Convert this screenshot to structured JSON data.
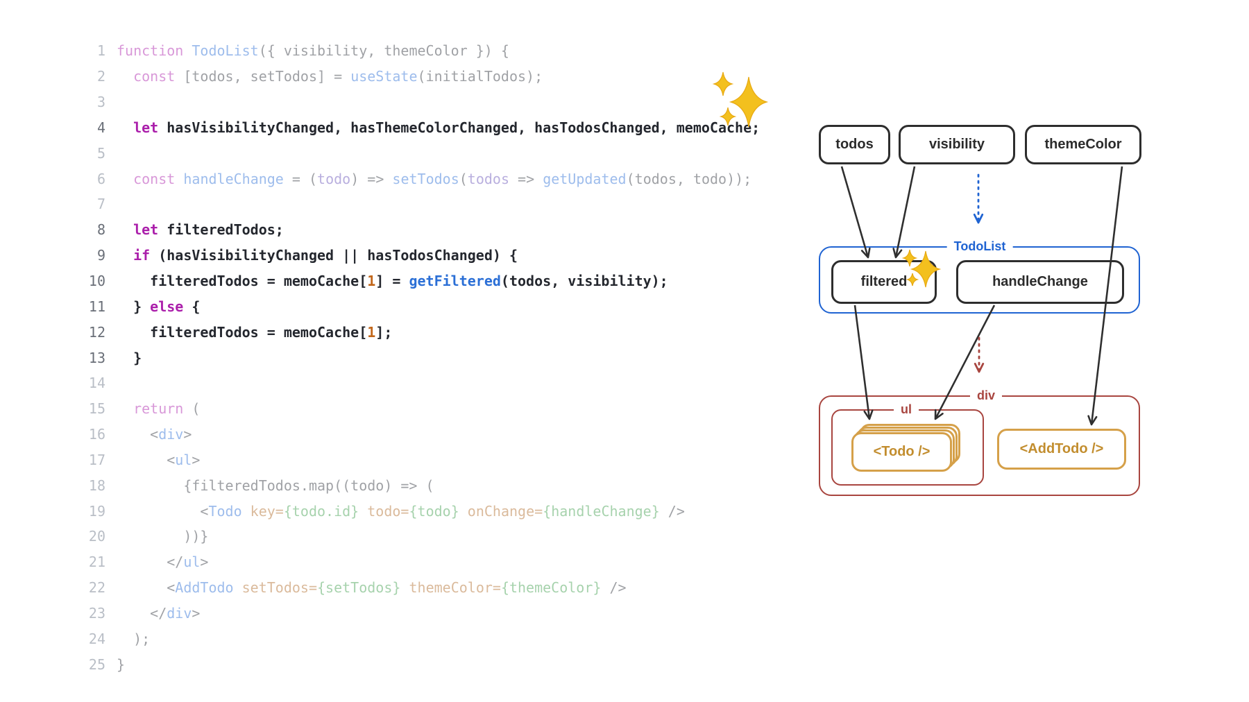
{
  "code": {
    "colors": {
      "keyword": "#ab1fab",
      "function": "#2b6fd6",
      "number": "#c1661a",
      "param": "#6650b8",
      "attr": "#b06a28",
      "expr": "#3f9e4d",
      "plain": "#30343c",
      "text": "#24272e",
      "line_number": "#b9bec6",
      "line_number_active": "#696e77"
    },
    "lines": [
      {
        "n": "1",
        "dim": true,
        "tokens": [
          [
            "kw",
            "function"
          ],
          [
            "pl",
            " "
          ],
          [
            "fn",
            "TodoList"
          ],
          [
            "pl",
            "({ visibility, themeColor }) {"
          ]
        ]
      },
      {
        "n": "2",
        "dim": true,
        "tokens": [
          [
            "pl",
            "  "
          ],
          [
            "kw",
            "const"
          ],
          [
            "pl",
            " [todos, setTodos] = "
          ],
          [
            "fn",
            "useState"
          ],
          [
            "pl",
            "(initialTodos);"
          ]
        ]
      },
      {
        "n": "3",
        "dim": true,
        "tokens": []
      },
      {
        "n": "4",
        "dim": false,
        "tokens": [
          [
            "tx",
            "  "
          ],
          [
            "kw",
            "let"
          ],
          [
            "tx",
            " hasVisibilityChanged, hasThemeColorChanged, hasTodosChanged, memoCache;"
          ]
        ]
      },
      {
        "n": "5",
        "dim": true,
        "tokens": []
      },
      {
        "n": "6",
        "dim": true,
        "tokens": [
          [
            "pl",
            "  "
          ],
          [
            "kw",
            "const"
          ],
          [
            "pl",
            " "
          ],
          [
            "fn",
            "handleChange"
          ],
          [
            "pl",
            " = ("
          ],
          [
            "pm",
            "todo"
          ],
          [
            "pl",
            ") => "
          ],
          [
            "fn",
            "setTodos"
          ],
          [
            "pl",
            "("
          ],
          [
            "pm",
            "todos"
          ],
          [
            "pl",
            " => "
          ],
          [
            "fn",
            "getUpdated"
          ],
          [
            "pl",
            "(todos, todo));"
          ]
        ]
      },
      {
        "n": "7",
        "dim": true,
        "tokens": []
      },
      {
        "n": "8",
        "dim": false,
        "tokens": [
          [
            "tx",
            "  "
          ],
          [
            "kw",
            "let"
          ],
          [
            "tx",
            " filteredTodos;"
          ]
        ]
      },
      {
        "n": "9",
        "dim": false,
        "tokens": [
          [
            "tx",
            "  "
          ],
          [
            "kw",
            "if"
          ],
          [
            "tx",
            " (hasVisibilityChanged || hasTodosChanged) {"
          ]
        ]
      },
      {
        "n": "10",
        "dim": false,
        "tokens": [
          [
            "tx",
            "    filteredTodos = memoCache["
          ],
          [
            "num",
            "1"
          ],
          [
            "tx",
            "] = "
          ],
          [
            "fn",
            "getFiltered"
          ],
          [
            "tx",
            "(todos, visibility);"
          ]
        ]
      },
      {
        "n": "11",
        "dim": false,
        "tokens": [
          [
            "tx",
            "  } "
          ],
          [
            "kw",
            "else"
          ],
          [
            "tx",
            " {"
          ]
        ]
      },
      {
        "n": "12",
        "dim": false,
        "tokens": [
          [
            "tx",
            "    filteredTodos = memoCache["
          ],
          [
            "num",
            "1"
          ],
          [
            "tx",
            "];"
          ]
        ]
      },
      {
        "n": "13",
        "dim": false,
        "tokens": [
          [
            "tx",
            "  }"
          ]
        ]
      },
      {
        "n": "14",
        "dim": true,
        "tokens": []
      },
      {
        "n": "15",
        "dim": true,
        "tokens": [
          [
            "pl",
            "  "
          ],
          [
            "kw",
            "return"
          ],
          [
            "pl",
            " ("
          ]
        ]
      },
      {
        "n": "16",
        "dim": true,
        "tokens": [
          [
            "pl",
            "    <"
          ],
          [
            "tag",
            "div"
          ],
          [
            "pl",
            ">"
          ]
        ]
      },
      {
        "n": "17",
        "dim": true,
        "tokens": [
          [
            "pl",
            "      <"
          ],
          [
            "tag",
            "ul"
          ],
          [
            "pl",
            ">"
          ]
        ]
      },
      {
        "n": "18",
        "dim": true,
        "tokens": [
          [
            "pl",
            "        {filteredTodos.map((todo) => ("
          ]
        ]
      },
      {
        "n": "19",
        "dim": true,
        "tokens": [
          [
            "pl",
            "          <"
          ],
          [
            "tag",
            "Todo"
          ],
          [
            "pl",
            " "
          ],
          [
            "attr",
            "key="
          ],
          [
            "expr",
            "{todo.id}"
          ],
          [
            "pl",
            " "
          ],
          [
            "attr",
            "todo="
          ],
          [
            "expr",
            "{todo}"
          ],
          [
            "pl",
            " "
          ],
          [
            "attr",
            "onChange="
          ],
          [
            "expr",
            "{handleChange}"
          ],
          [
            "pl",
            " />"
          ]
        ]
      },
      {
        "n": "20",
        "dim": true,
        "tokens": [
          [
            "pl",
            "        ))}"
          ]
        ]
      },
      {
        "n": "21",
        "dim": true,
        "tokens": [
          [
            "pl",
            "      </"
          ],
          [
            "tag",
            "ul"
          ],
          [
            "pl",
            ">"
          ]
        ]
      },
      {
        "n": "22",
        "dim": true,
        "tokens": [
          [
            "pl",
            "      <"
          ],
          [
            "tag",
            "AddTodo"
          ],
          [
            "pl",
            " "
          ],
          [
            "attr",
            "setTodos="
          ],
          [
            "expr",
            "{setTodos}"
          ],
          [
            "pl",
            " "
          ],
          [
            "attr",
            "themeColor="
          ],
          [
            "expr",
            "{themeColor}"
          ],
          [
            "pl",
            " />"
          ]
        ]
      },
      {
        "n": "23",
        "dim": true,
        "tokens": [
          [
            "pl",
            "    </"
          ],
          [
            "tag",
            "div"
          ],
          [
            "pl",
            ">"
          ]
        ]
      },
      {
        "n": "24",
        "dim": true,
        "tokens": [
          [
            "pl",
            "  );"
          ]
        ]
      },
      {
        "n": "25",
        "dim": true,
        "tokens": [
          [
            "pl",
            "}"
          ]
        ]
      }
    ]
  },
  "diagram": {
    "nodes": {
      "todos": "todos",
      "visibility": "visibility",
      "themeColor": "themeColor",
      "filtered": "filtered",
      "handleChange": "handleChange",
      "todo": "<Todo />",
      "addTodo": "<AddTodo />"
    },
    "containers": {
      "todoList": "TodoList",
      "div": "div",
      "ul": "ul"
    },
    "colors": {
      "blue": "#1f63d2",
      "red": "#a8453f",
      "gold": "#d5a049",
      "gold_text": "#c28d2e",
      "ink": "#2d2d2d",
      "arrow": "#2f2f2f",
      "sparkle": "#f3c01e",
      "sparkle_edge": "#e8a912"
    }
  }
}
